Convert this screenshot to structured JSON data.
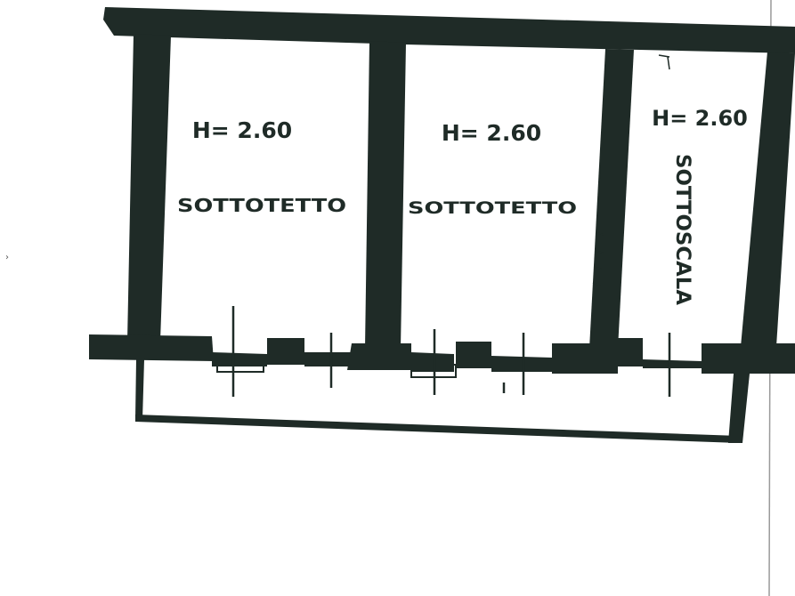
{
  "floor_plan": {
    "rooms": [
      {
        "height_label": "H= 2.60",
        "name": "SOTTOTETTO"
      },
      {
        "height_label": "H= 2.60",
        "name": "SOTTOTETTO"
      },
      {
        "height_label": "H= 2.60",
        "name": "SOTTOSCALA"
      }
    ]
  },
  "colors": {
    "ink": "#1f2b27",
    "paper": "#ffffff"
  }
}
